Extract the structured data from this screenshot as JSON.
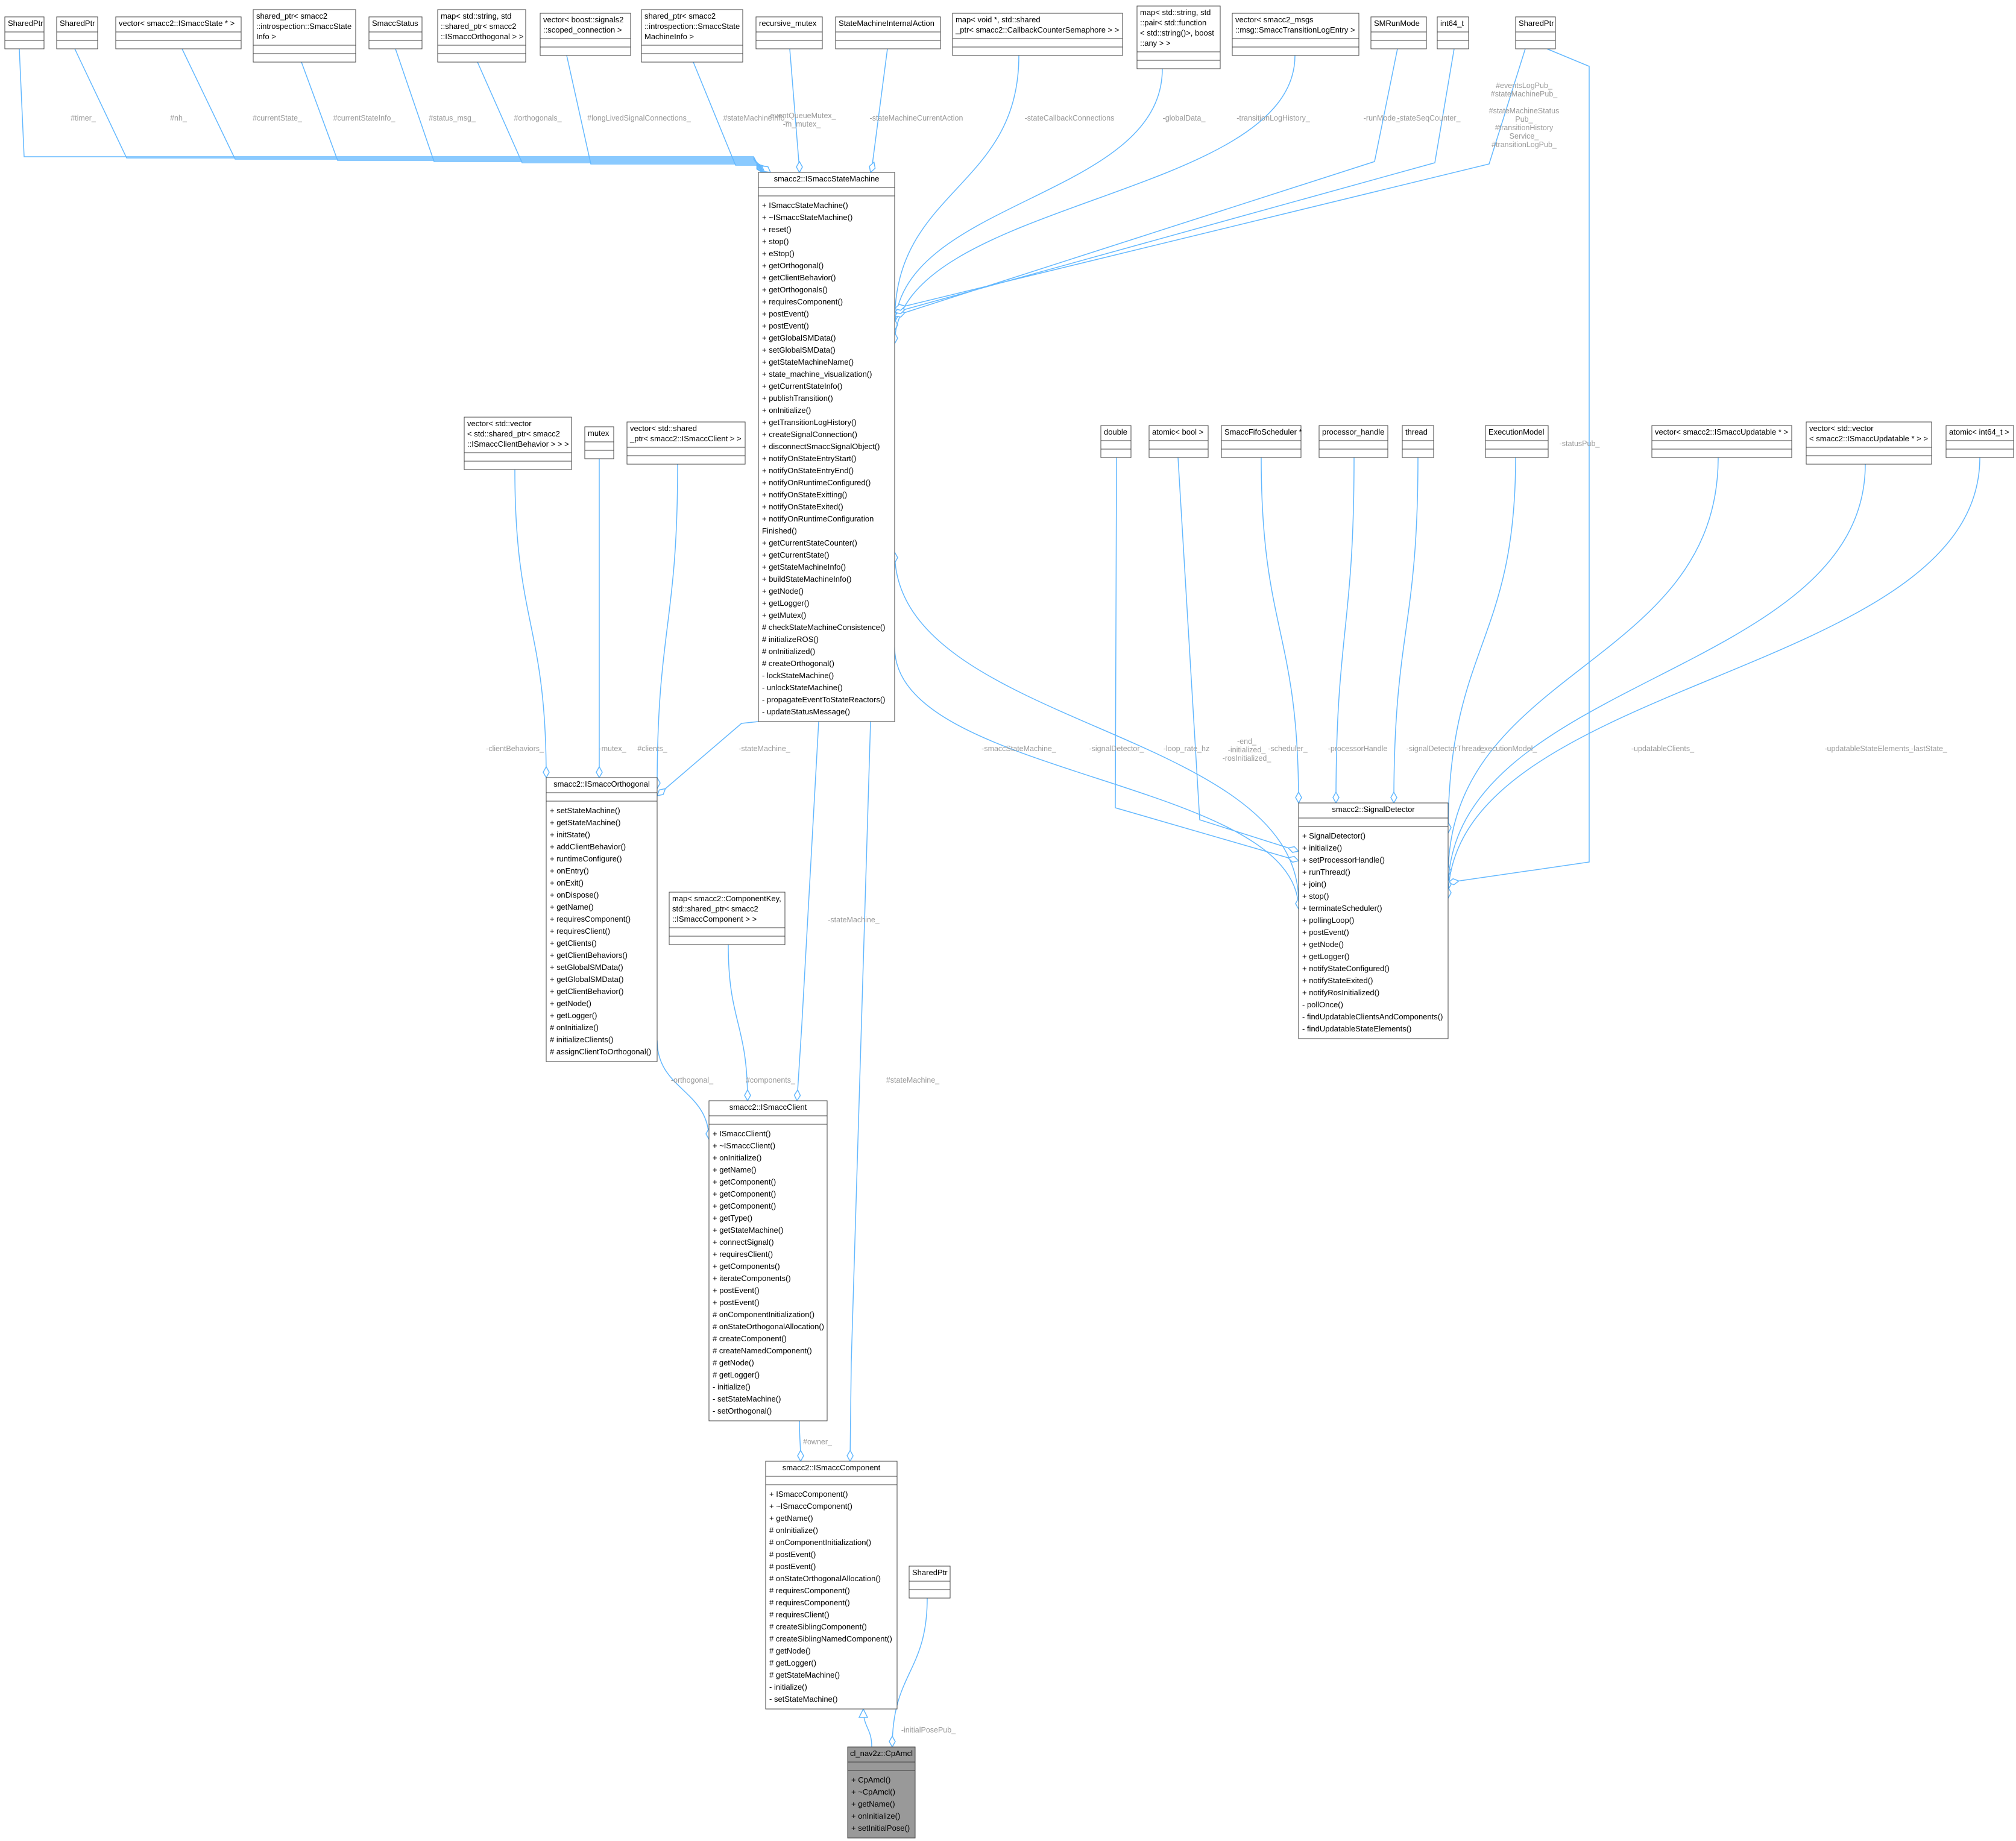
{
  "colors": {
    "edge": "#63b8ff",
    "box_border": "#404040",
    "box_fill": "#ffffff",
    "focus_fill": "#999999",
    "label": "#9a9a9a"
  },
  "nodes": {
    "sp1": {
      "title": [
        "SharedPtr"
      ]
    },
    "sp2": {
      "title": [
        "SharedPtr"
      ]
    },
    "vecstate": {
      "title": [
        "vector< smacc2::ISmaccState * >"
      ]
    },
    "spinfo": {
      "title": [
        "shared_ptr< smacc2",
        "::introspection::SmaccState",
        "Info >"
      ]
    },
    "status": {
      "title": [
        "SmaccStatus"
      ]
    },
    "maporth": {
      "title": [
        "map< std::string, std",
        "::shared_ptr< smacc2",
        "::ISmaccOrthogonal > >"
      ]
    },
    "vecconn": {
      "title": [
        "vector< boost::signals2",
        "::scoped_connection >"
      ]
    },
    "spsminfo": {
      "title": [
        "shared_ptr< smacc2",
        "::introspection::SmaccState",
        "MachineInfo >"
      ]
    },
    "rmutex": {
      "title": [
        "recursive_mutex"
      ]
    },
    "smia": {
      "title": [
        "StateMachineInternalAction"
      ]
    },
    "mapvoid": {
      "title": [
        "map< void *, std::shared",
        "_ptr< smacc2::CallbackCounterSemaphore > >"
      ]
    },
    "mapfunc": {
      "title": [
        "map< std::string, std",
        "::pair< std::function",
        "< std::string()>, boost",
        "::any > >"
      ]
    },
    "vecmsgs": {
      "title": [
        "vector< smacc2_msgs",
        "::msg::SmaccTransitionLogEntry >"
      ]
    },
    "smrun": {
      "title": [
        "SMRunMode"
      ]
    },
    "int64": {
      "title": [
        "int64_t"
      ]
    },
    "sp3": {
      "title": [
        "SharedPtr"
      ]
    },
    "vecvec": {
      "title": [
        "vector< std::vector",
        "< std::shared_ptr< smacc2",
        "::ISmaccClientBehavior > > >"
      ]
    },
    "mutex": {
      "title": [
        "mutex"
      ]
    },
    "vecclient": {
      "title": [
        "vector< std::shared",
        "_ptr< smacc2::ISmaccClient > >"
      ]
    },
    "mapcomp": {
      "title": [
        "map< smacc2::ComponentKey,",
        "std::shared_ptr< smacc2",
        "::ISmaccComponent > >"
      ]
    },
    "double": {
      "title": [
        "double"
      ]
    },
    "atomicbool": {
      "title": [
        "atomic< bool >"
      ]
    },
    "fifo": {
      "title": [
        "SmaccFifoScheduler *"
      ]
    },
    "proc": {
      "title": [
        "processor_handle"
      ]
    },
    "thread": {
      "title": [
        "thread"
      ]
    },
    "exec": {
      "title": [
        "ExecutionModel"
      ]
    },
    "vecupd": {
      "title": [
        "vector< smacc2::ISmaccUpdatable * >"
      ]
    },
    "vecvecupd": {
      "title": [
        "vector< std::vector",
        "< smacc2::ISmaccUpdatable * > >"
      ]
    },
    "atomicint": {
      "title": [
        "atomic< int64_t >"
      ]
    },
    "sp4": {
      "title": [
        "SharedPtr"
      ]
    },
    "sm": {
      "title": [
        "smacc2::ISmaccStateMachine"
      ],
      "members": [
        "+ ISmaccStateMachine()",
        "+ ~ISmaccStateMachine()",
        "+ reset()",
        "+ stop()",
        "+ eStop()",
        "+ getOrthogonal()",
        "+ getClientBehavior()",
        "+ getOrthogonals()",
        "+ requiresComponent()",
        "+ postEvent()",
        "+ postEvent()",
        "+ getGlobalSMData()",
        "+ setGlobalSMData()",
        "+ getStateMachineName()",
        "+ state_machine_visualization()",
        "+ getCurrentStateInfo()",
        "+ publishTransition()",
        "+ onInitialize()",
        "+ getTransitionLogHistory()",
        "+ createSignalConnection()",
        "+ disconnectSmaccSignalObject()",
        "+ notifyOnStateEntryStart()",
        "+ notifyOnStateEntryEnd()",
        "+ notifyOnRuntimeConfigured()",
        "+ notifyOnStateExitting()",
        "+ notifyOnStateExited()",
        "+ notifyOnRuntimeConfiguration",
        "   Finished()",
        "+ getCurrentStateCounter()",
        "+ getCurrentState()",
        "+ getStateMachineInfo()",
        "+ buildStateMachineInfo()",
        "+ getNode()",
        "+ getLogger()",
        "+ getMutex()",
        "# checkStateMachineConsistence()",
        "# initializeROS()",
        "# onInitialized()",
        "# createOrthogonal()",
        "- lockStateMachine()",
        "- unlockStateMachine()",
        "- propagateEventToStateReactors()",
        "- updateStatusMessage()"
      ]
    },
    "orth": {
      "title": [
        "smacc2::ISmaccOrthogonal"
      ],
      "members": [
        "+ setStateMachine()",
        "+ getStateMachine()",
        "+ initState()",
        "+ addClientBehavior()",
        "+ runtimeConfigure()",
        "+ onEntry()",
        "+ onExit()",
        "+ onDispose()",
        "+ getName()",
        "+ requiresComponent()",
        "+ requiresClient()",
        "+ getClients()",
        "+ getClientBehaviors()",
        "+ setGlobalSMData()",
        "+ getGlobalSMData()",
        "+ getClientBehavior()",
        "+ getNode()",
        "+ getLogger()",
        "# onInitialize()",
        "# initializeClients()",
        "# assignClientToOrthogonal()"
      ]
    },
    "client": {
      "title": [
        "smacc2::ISmaccClient"
      ],
      "members": [
        "+ ISmaccClient()",
        "+ ~ISmaccClient()",
        "+ onInitialize()",
        "+ getName()",
        "+ getComponent()",
        "+ getComponent()",
        "+ getComponent()",
        "+ getType()",
        "+ getStateMachine()",
        "+ connectSignal()",
        "+ requiresClient()",
        "+ getComponents()",
        "+ iterateComponents()",
        "+ postEvent()",
        "+ postEvent()",
        "# onComponentInitialization()",
        "# onStateOrthogonalAllocation()",
        "# createComponent()",
        "# createNamedComponent()",
        "# getNode()",
        "# getLogger()",
        "- initialize()",
        "- setStateMachine()",
        "- setOrthogonal()"
      ]
    },
    "comp": {
      "title": [
        "smacc2::ISmaccComponent"
      ],
      "members": [
        "+ ISmaccComponent()",
        "+ ~ISmaccComponent()",
        "+ getName()",
        "# onInitialize()",
        "# onComponentInitialization()",
        "# postEvent()",
        "# postEvent()",
        "# onStateOrthogonalAllocation()",
        "# requiresComponent()",
        "# requiresComponent()",
        "# requiresClient()",
        "# createSiblingComponent()",
        "# createSiblingNamedComponent()",
        "# getNode()",
        "# getLogger()",
        "# getStateMachine()",
        "- initialize()",
        "- setStateMachine()"
      ]
    },
    "sd": {
      "title": [
        "smacc2::SignalDetector"
      ],
      "members": [
        "+ SignalDetector()",
        "+ initialize()",
        "+ setProcessorHandle()",
        "+ runThread()",
        "+ join()",
        "+ stop()",
        "+ terminateScheduler()",
        "+ pollingLoop()",
        "+ postEvent()",
        "+ getNode()",
        "+ getLogger()",
        "+ notifyStateConfigured()",
        "+ notifyStateExited()",
        "+ notifyRosInitialized()",
        "- pollOnce()",
        "- findUpdatableClientsAndComponents()",
        "- findUpdatableStateElements()"
      ]
    },
    "cp": {
      "title": [
        "cl_nav2z::CpAmcl"
      ],
      "members": [
        "+ CpAmcl()",
        "+ ~CpAmcl()",
        "+ getName()",
        "+ onInitialize()",
        "+ setInitialPose()"
      ]
    }
  },
  "edge_labels": {
    "timer": [
      "#timer_"
    ],
    "nh": [
      "#nh_"
    ],
    "currentState": [
      "#currentState_"
    ],
    "currentStateInfo": [
      "#currentStateInfo_"
    ],
    "statusMsg": [
      "#status_msg_"
    ],
    "orthogonals": [
      "#orthogonals_"
    ],
    "longLived": [
      "#longLivedSignalConnections_"
    ],
    "smInfo": [
      "#stateMachineInfo_"
    ],
    "eventQueue": [
      "-eventQueueMutex_",
      "-m_mutex_"
    ],
    "smCurrentAction": [
      "-stateMachineCurrentAction"
    ],
    "stateCallback": [
      "-stateCallbackConnections"
    ],
    "globalData": [
      "-globalData_"
    ],
    "transitionLog": [
      "-transitionLogHistory_"
    ],
    "runMode": [
      "-runMode_"
    ],
    "stateSeq": [
      "-stateSeqCounter_"
    ],
    "pubs": [
      "#eventsLogPub_",
      "#stateMachinePub_",
      "",
      "#stateMachineStatus",
      "Pub_",
      "#transitionHistory",
      "Service_",
      "#transitionLogPub_"
    ],
    "statusPub": [
      "-statusPub_"
    ],
    "clientBehaviors": [
      "-clientBehaviors_"
    ],
    "mutexLbl": [
      "-mutex_"
    ],
    "clients": [
      "#clients_"
    ],
    "stateMachine1": [
      "-stateMachine_"
    ],
    "stateMachine2": [
      "-stateMachine_"
    ],
    "components": [
      "#components_"
    ],
    "orthogonal": [
      "-orthogonal_"
    ],
    "stateMachine3": [
      "#stateMachine_"
    ],
    "owner": [
      "#owner_"
    ],
    "smaccSM": [
      "-smaccStateMachine_"
    ],
    "signalDetector": [
      "-signalDetector_"
    ],
    "loopRate": [
      "-loop_rate_hz"
    ],
    "endInit": [
      "-end_",
      "-initialized_",
      "-rosInitialized_"
    ],
    "scheduler": [
      "-scheduler_"
    ],
    "processorHandle": [
      "-processorHandle"
    ],
    "sdThread": [
      "-signalDetectorThread_"
    ],
    "executionModel": [
      "-executionModel_"
    ],
    "updClients": [
      "-updatableClients_"
    ],
    "updState": [
      "-updatableStateElements_"
    ],
    "lastState": [
      "-lastState_"
    ],
    "initialPose": [
      "-initialPosePub_"
    ]
  }
}
